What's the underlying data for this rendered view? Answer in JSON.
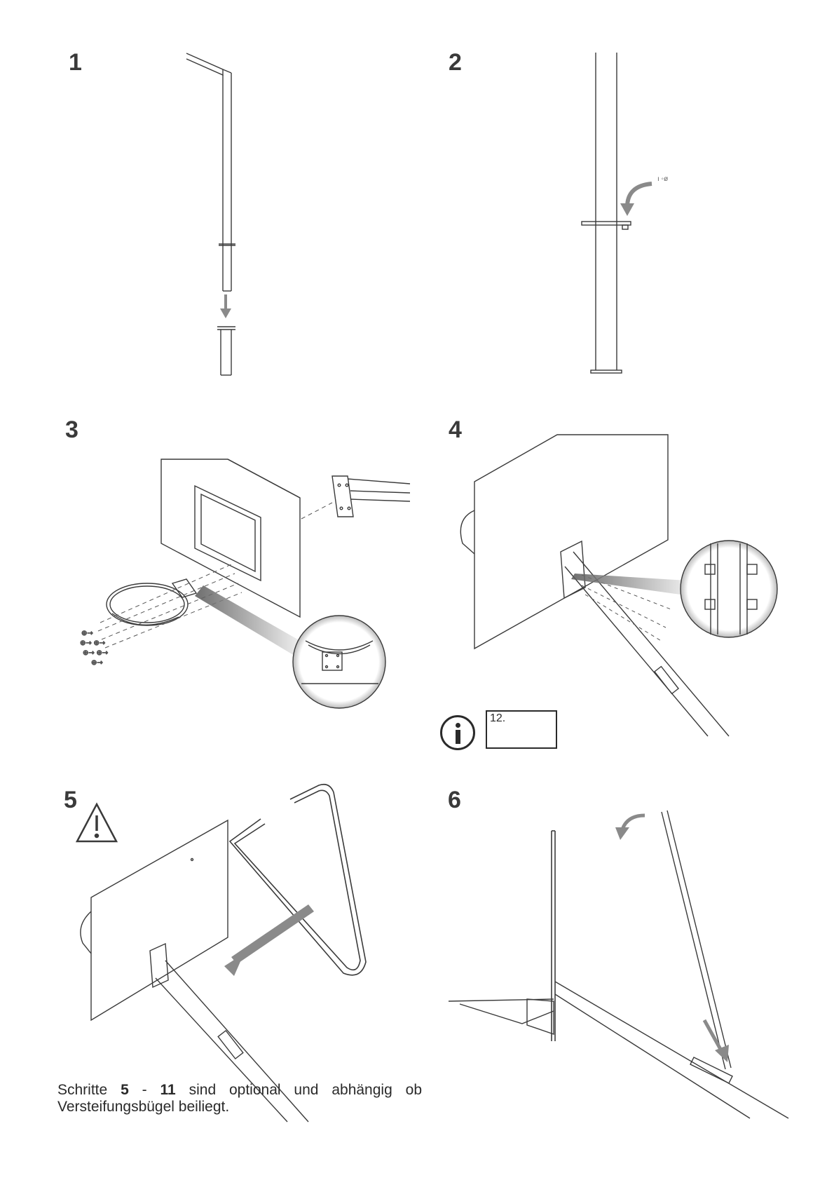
{
  "steps": [
    {
      "label": "1"
    },
    {
      "label": "2"
    },
    {
      "label": "3"
    },
    {
      "label": "4"
    },
    {
      "label": "5"
    },
    {
      "label": "6"
    }
  ],
  "info_box": {
    "text": "12."
  },
  "note": {
    "prefix": "Schritte ",
    "from": "5",
    "dash": " - ",
    "to": "11",
    "suffix": " sind optional und abhängig ob Versteifungsbügel beiliegt."
  },
  "colors": {
    "line": "#3a3a3a",
    "arrow": "#8a8a8a"
  },
  "icons": [
    "info-icon",
    "warning-icon"
  ]
}
